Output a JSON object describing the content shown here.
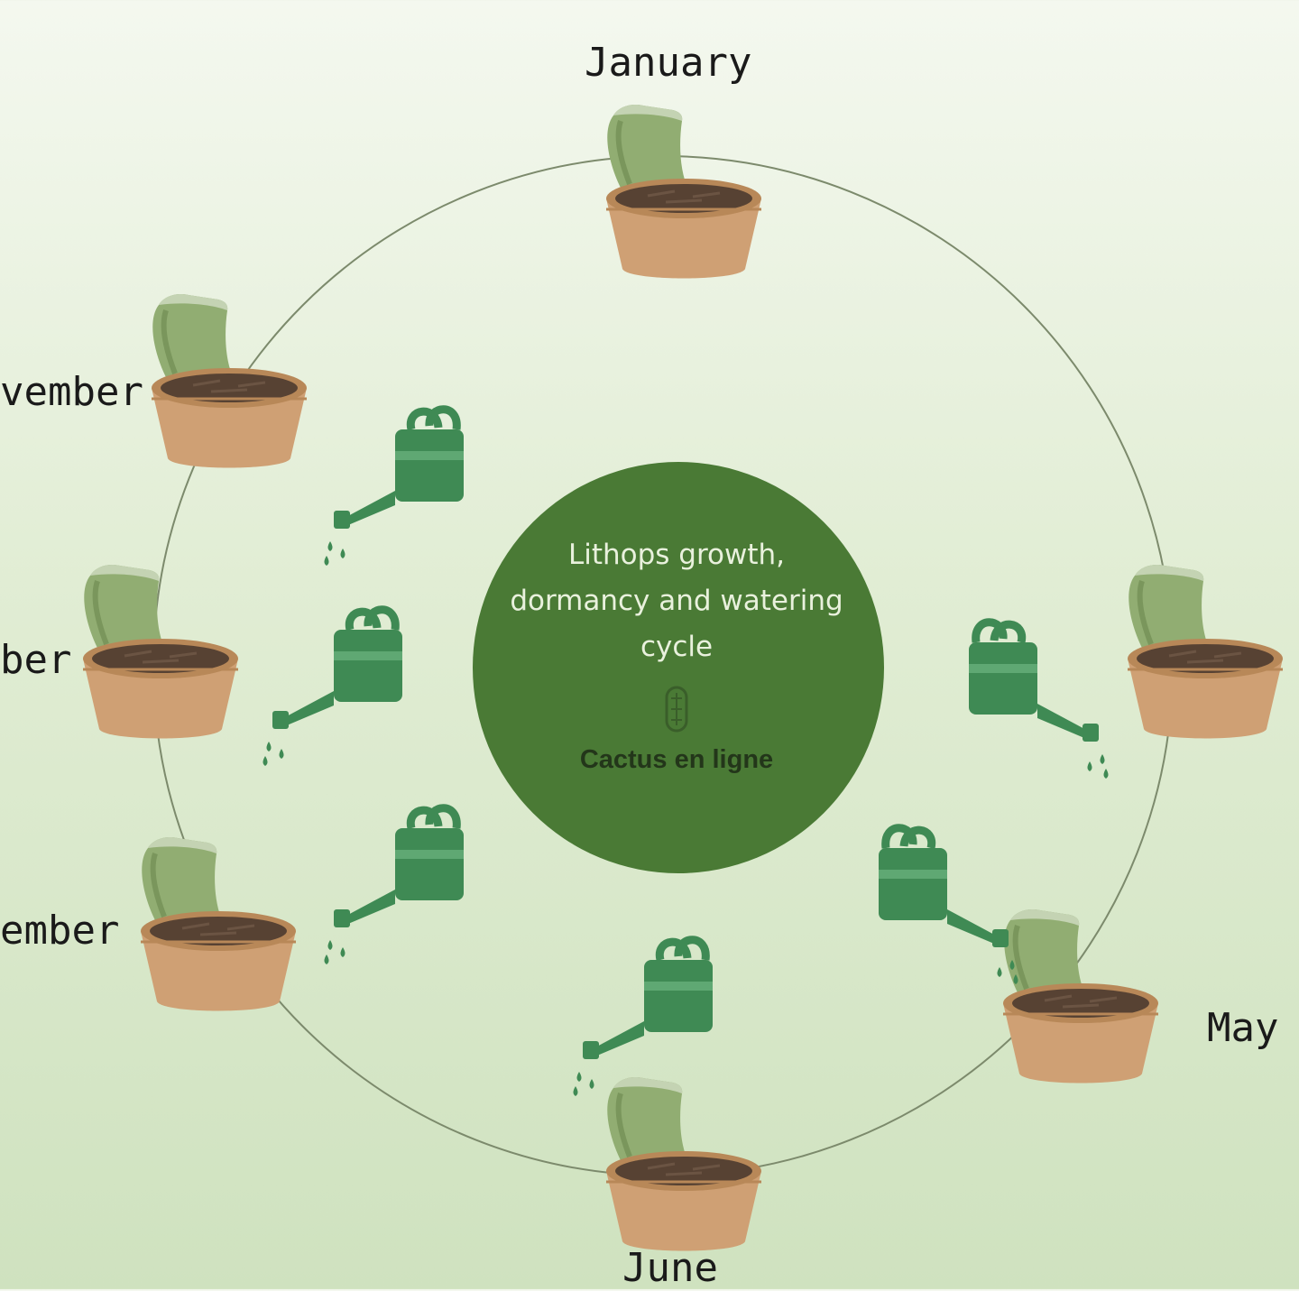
{
  "diagram": {
    "title": "Lithops growth, dormancy and watering cycle",
    "brand": "Cactus en ligne",
    "months": [
      {
        "label": "January"
      },
      {
        "label": "vember"
      },
      {
        "label": "ber"
      },
      {
        "label": "ember"
      },
      {
        "label": "June"
      },
      {
        "label": "May"
      }
    ],
    "colors": {
      "background": "#e1edd4",
      "center_circle": "#4a7a35",
      "cycle_line": "#7c8a6c",
      "watering_can": "#3f8a54",
      "plant": "#91ad72",
      "pot": "#cfa074",
      "soil": "#574233"
    },
    "icons": {
      "pot": "potted-lithops-icon",
      "watering": "watering-can-icon",
      "brand": "cactus-icon"
    }
  }
}
